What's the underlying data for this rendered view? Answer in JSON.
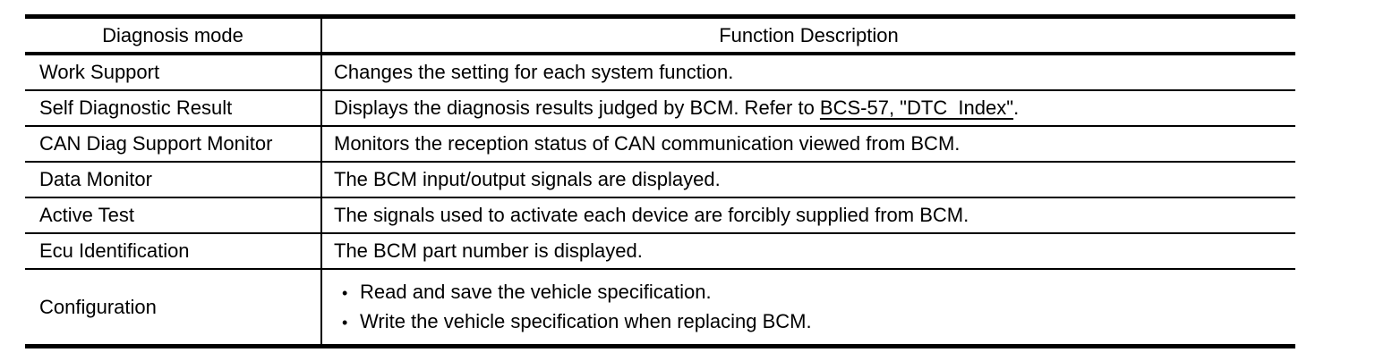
{
  "colors": {
    "background": "#ffffff",
    "text": "#000000",
    "border": "#000000"
  },
  "table": {
    "header": {
      "diagnosis_mode": "Diagnosis mode",
      "function_description": "Function Description"
    },
    "rows": [
      {
        "mode": "Work Support",
        "description": "Changes the setting for each system function."
      },
      {
        "mode": "Self Diagnostic Result",
        "description_prefix": "Displays the diagnosis results judged by BCM. Refer to ",
        "link_text": "BCS-57, \"DTC  Index\"",
        "description_suffix": "."
      },
      {
        "mode": "CAN Diag Support Monitor",
        "description": "Monitors the reception status of CAN communication viewed from BCM."
      },
      {
        "mode": "Data Monitor",
        "description": "The BCM input/output signals are displayed."
      },
      {
        "mode": "Active Test",
        "description": "The signals used to activate each device are forcibly supplied from BCM."
      },
      {
        "mode": "Ecu Identification",
        "description": "The BCM part number is displayed."
      },
      {
        "mode": "Configuration",
        "bullet_char": "•",
        "bullets": [
          "Read and save the vehicle specification.",
          "Write the vehicle specification when replacing BCM."
        ]
      }
    ]
  }
}
